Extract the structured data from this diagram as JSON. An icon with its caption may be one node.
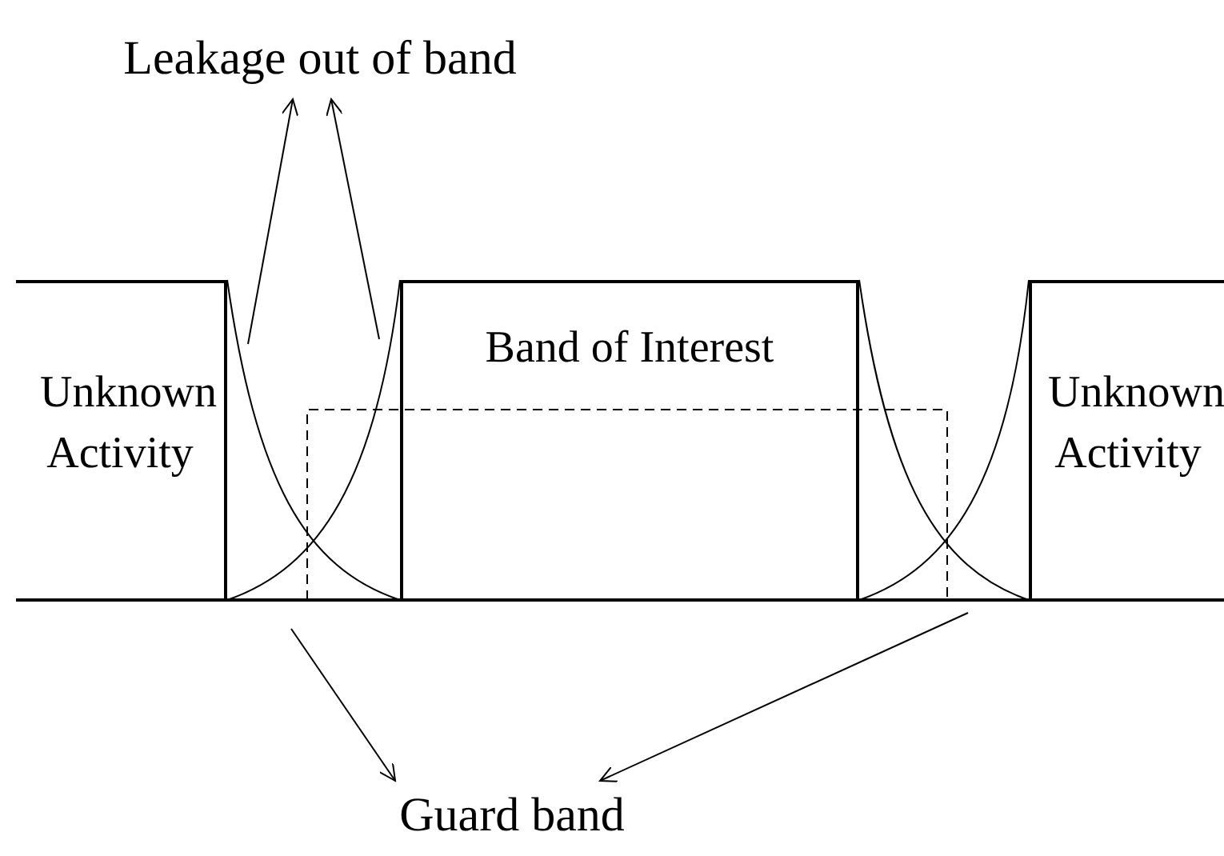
{
  "diagram": {
    "nodes": [
      {
        "text": [
          "Leakage out of band"
        ]
      },
      {
        "text": [
          "Unknown Activity"
        ]
      },
      {
        "text": [
          "Band of Interest"
        ]
      },
      {
        "text": [
          "Unknown Activity"
        ]
      },
      {
        "text": [
          "Guard band"
        ]
      }
    ],
    "edges": [
      {
        "from": null,
        "to": 0,
        "arrow": "to"
      },
      {
        "from": null,
        "to": 0,
        "arrow": "to"
      },
      {
        "from": null,
        "to": 4,
        "arrow": "to"
      },
      {
        "from": null,
        "to": 4,
        "arrow": "to"
      }
    ]
  }
}
